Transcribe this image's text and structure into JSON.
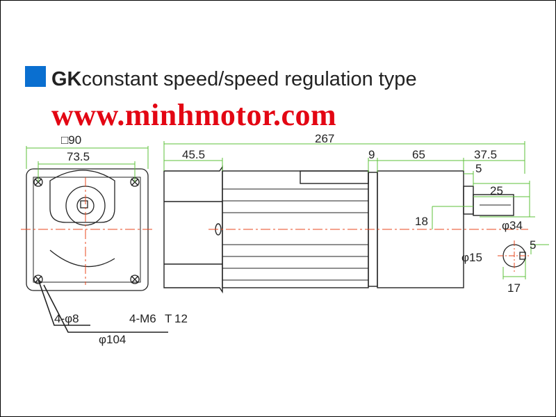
{
  "header": {
    "title_bold": "GK",
    "title_rest": "constant speed/speed regulation type",
    "website": "www.minhmotor.com",
    "accent_color": "#0a6fd0",
    "website_color": "#e30613"
  },
  "dimensions": {
    "square_flange": "□90",
    "bolt_spacing": "73.5",
    "total_length": "267",
    "motor_segment": "45.5",
    "flange_gap": "9",
    "gearbox_length": "65",
    "shaft_length": "37.5",
    "shaft_step": "5",
    "shaft_key_length": "25",
    "shaft_offset": "18",
    "pilot_diameter": "φ34",
    "shaft_diameter": "φ15",
    "key_width": "5",
    "key_height": "17",
    "mount_holes": "4-φ8",
    "threaded_holes": "4-M6",
    "thread_depth_symbol": "T",
    "thread_depth": "12",
    "pitch_circle": "φ104"
  },
  "colors": {
    "outline": "#222222",
    "center_line": "#e8471e",
    "dimension_line": "#5cc23a"
  }
}
